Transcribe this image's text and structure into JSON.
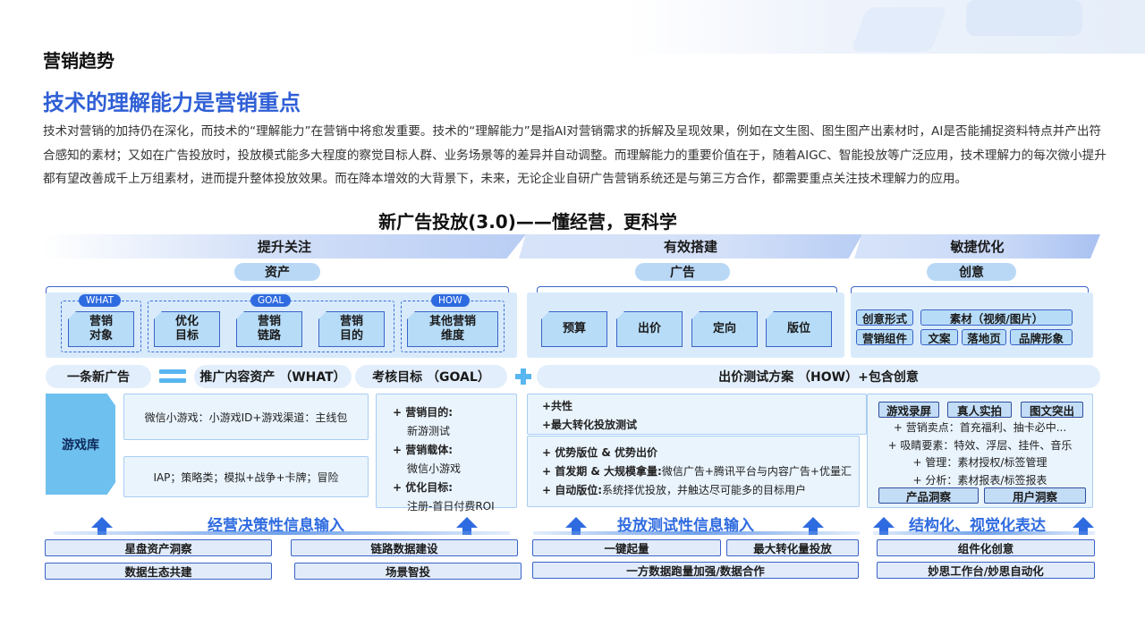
{
  "header": {
    "section_title": "营销趋势",
    "headline": "技术的理解能力是营销重点",
    "paragraph": "技术对营销的加持仍在深化，而技术的“理解能力”在营销中将愈发重要。技术的“理解能力”是指AI对营销需求的拆解及呈现效果，例如在文生图、图生图产出素材时，AI是否能捕捉资料特点并产出符合感知的素材；又如在广告投放时，投放模式能多大程度的察觉目标人群、业务场景等的差异并自动调整。而理解能力的重要价值在于，随着AIGC、智能投放等广泛应用，技术理解力的每次微小提升都有望改善成千上万组素材，进而提升整体投放效果。而在降本增效的大背景下，未来，无论企业自研广告营销系统还是与第三方合作，都需要重点关注技术理解力的应用。"
  },
  "diagram": {
    "title": "新广告投放(3.0)——懂经营，更科学",
    "columns": {
      "left": {
        "band": "提升关注",
        "pill": "资产",
        "tags": {
          "what": "WHAT",
          "goal": "GOAL",
          "how": "HOW"
        },
        "boxes": [
          "营销\n对象",
          "优化\n目标",
          "营销\n链路",
          "营销\n目的",
          "其他营销\n维度"
        ]
      },
      "middle": {
        "band": "有效搭建",
        "pill": "广告",
        "boxes": [
          "预算",
          "出价",
          "定向",
          "版位"
        ]
      },
      "right": {
        "band": "敏捷优化",
        "pill": "创意",
        "chips": [
          "创意形式",
          "素材（视频/图片）",
          "营销组件",
          "文案",
          "落地页",
          "品牌形象"
        ]
      }
    },
    "row": {
      "new_ad": "一条新广告",
      "asset_what": "推广内容资产 （WHAT）",
      "goal": "考核目标 （GOAL）",
      "bid_plan": "出价测试方案 （HOW）+包含创意"
    },
    "game_lib": "游戏库",
    "game_boxes": [
      "微信小游戏：小游戏ID+游戏渠道：主线包",
      "IAP；策略类；模拟+战争+卡牌；冒险"
    ],
    "goal_list": [
      {
        "head": "+ 营销目的:",
        "sub": "新游测试"
      },
      {
        "head": "+ 营销载体:",
        "sub": "微信小游戏"
      },
      {
        "head": "+ 优化目标:",
        "sub": "注册-首日付费ROI"
      }
    ],
    "common": [
      "+共性",
      "+最大转化投放测试"
    ],
    "bid_list": [
      {
        "head": "+ 优势版位 & 优势出价",
        "rest": ""
      },
      {
        "head": "+ 首发期 & 大规模拿量:",
        "rest": "微信广告+腾讯平台与内容广告+优量汇"
      },
      {
        "head": "+ 自动版位:",
        "rest": "系统择优投放，并触达尽可能多的目标用户"
      }
    ],
    "creative_chips": [
      "游戏录屏",
      "真人实拍",
      "图文突出"
    ],
    "creative_lines": [
      "+ 营销卖点：首充福利、抽卡必中...",
      "+ 吸睛要素：特效、浮层、挂件、音乐",
      "+ 管理：素材授权/标签管理",
      "+ 分析：素材报表/标签报表"
    ],
    "insight_chips": [
      "产品洞察",
      "用户洞察"
    ],
    "io_labels": [
      "经营决策性信息输入",
      "投放测试性信息输入",
      "结构化、视觉化表达"
    ],
    "bottom": {
      "left": [
        "星盘资产洞察",
        "链路数据建设",
        "数据生态共建",
        "场景智投"
      ],
      "middle": [
        "一键起量",
        "最大转化量投放",
        "一方数据跑量加强/数据合作"
      ],
      "right": [
        "组件化创意",
        "妙思工作台/妙思自动化"
      ]
    }
  },
  "colors": {
    "accent": "#2f5fd6",
    "tag_blue": "#2f6be0",
    "box_fill": "#b7dcf8",
    "panel_fill": "#d9ebfb",
    "game_lib": "#6ec0ee"
  }
}
